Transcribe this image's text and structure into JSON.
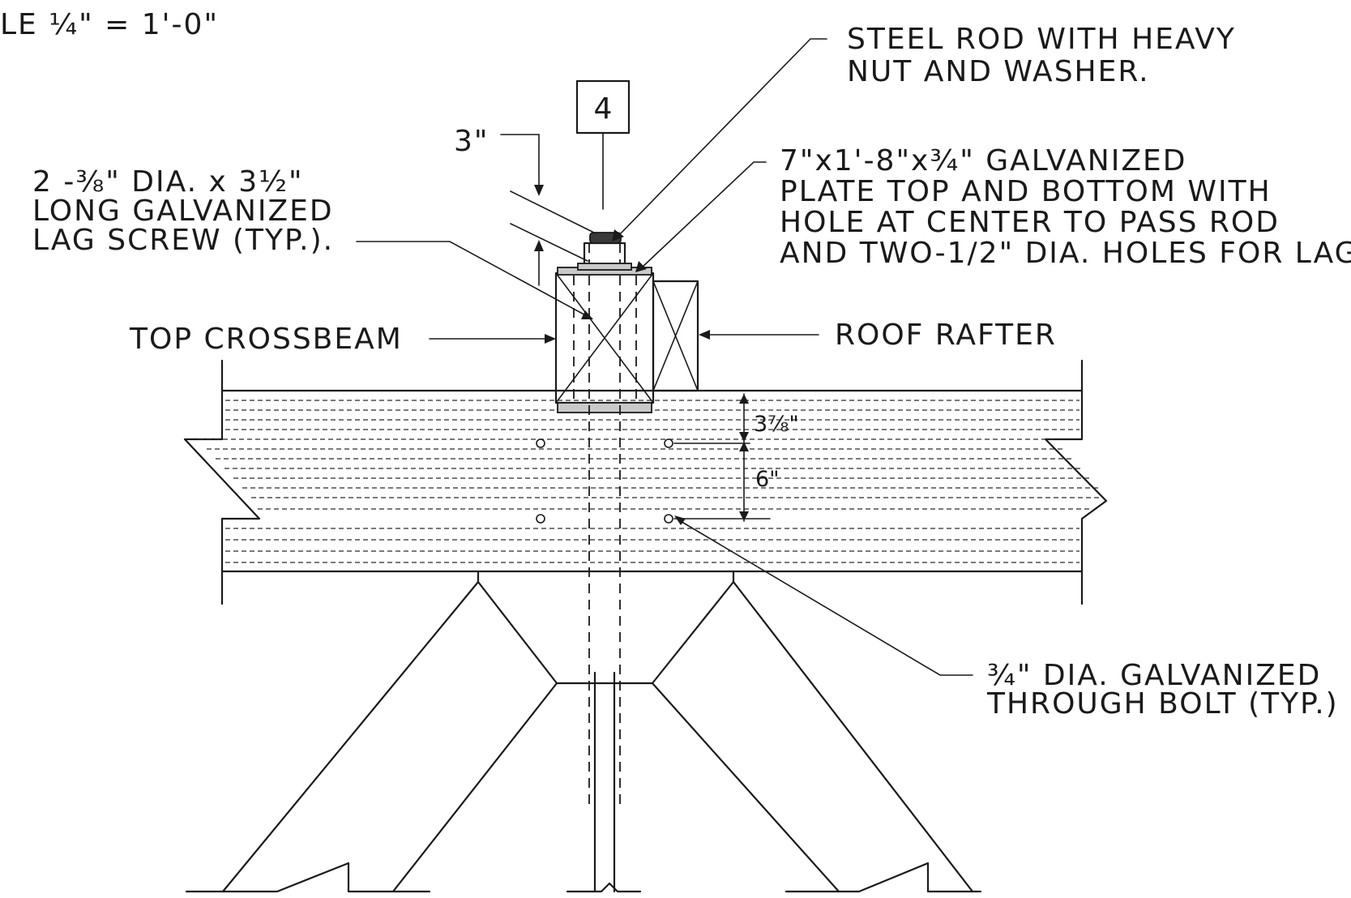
{
  "scale_label": "LE ¼\" = 1'-0\"",
  "callouts": {
    "steel_rod": [
      "STEEL ROD WITH HEAVY",
      "NUT AND WASHER."
    ],
    "plate": [
      "7\"x1'-8\"x¾\" GALVANIZED",
      "PLATE TOP AND BOTTOM WITH",
      "HOLE AT CENTER TO PASS ROD",
      "AND TWO-1/2\" DIA. HOLES FOR LAG"
    ],
    "lag_screw": [
      "2 -⅜\" DIA. x 3½\"",
      "LONG GALVANIZED",
      "LAG SCREW (TYP.)."
    ],
    "top_crossbeam": "TOP CROSSBEAM",
    "roof_rafter": "ROOF RAFTER",
    "through_bolt": [
      "¾\" DIA. GALVANIZED",
      "THROUGH BOLT (TYP.)"
    ]
  },
  "dimensions": {
    "rod_projection": "3\"",
    "top_bolt_offset": "3⅞\"",
    "bolt_spacing": "6\""
  },
  "tag_number": "4",
  "colors": {
    "line": "#1a1a1a",
    "plate_fill": "#c9c9c9",
    "nut_fill": "#3a3a3a",
    "background": "#ffffff"
  }
}
